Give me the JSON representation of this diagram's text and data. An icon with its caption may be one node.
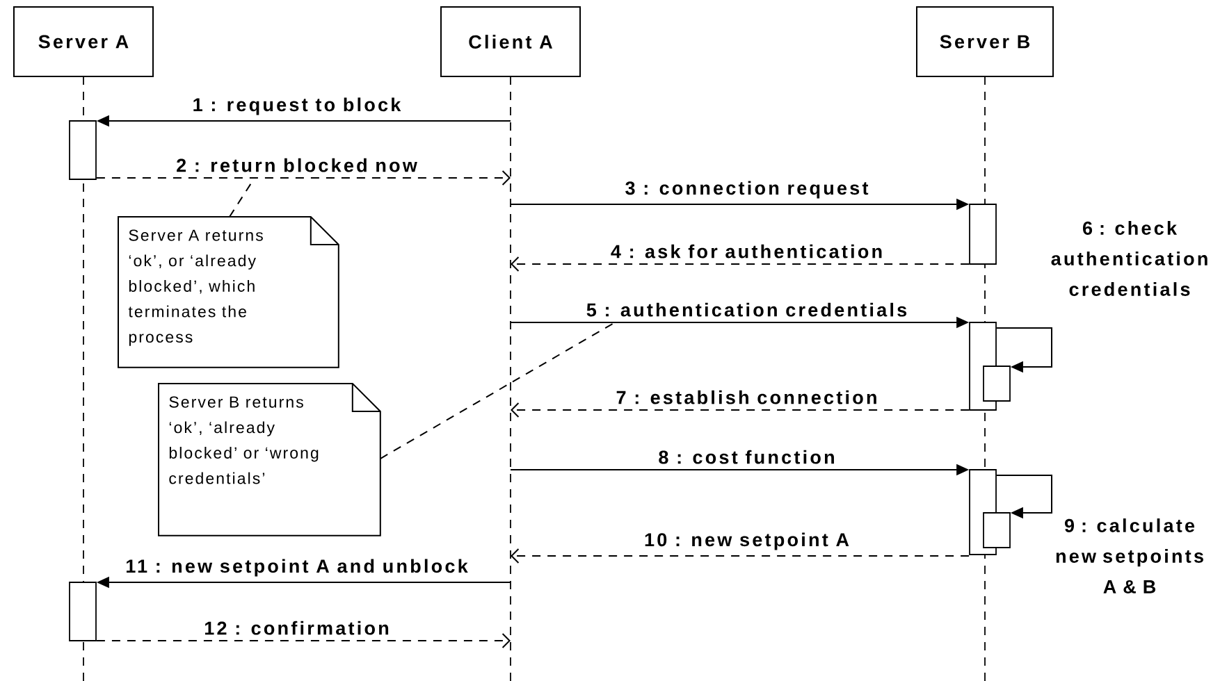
{
  "diagram": {
    "nodes": [
      {
        "text": [
          "Server A"
        ]
      },
      {
        "text": [
          "Client A"
        ]
      },
      {
        "text": [
          "Server B"
        ]
      },
      {
        "text": [],
        "shape": "bar",
        "in": 0
      },
      {
        "text": [],
        "shape": "bar",
        "in": 2
      },
      {
        "text": [],
        "shape": "bar",
        "in": 2
      },
      {
        "text": [],
        "shape": "bar",
        "in": 2
      },
      {
        "text": [],
        "shape": "bar",
        "in": 2
      },
      {
        "text": [],
        "shape": "bar",
        "in": 2
      },
      {
        "text": [],
        "shape": "bar",
        "in": 0
      },
      {
        "text": [
          "Server A returns ‘ok’, or ‘already blocked’, which terminates the process"
        ]
      },
      {
        "text": [
          "Server B returns ‘ok’, ‘already blocked’ or ‘wrong credentials’"
        ]
      }
    ],
    "edges": [
      {
        "from": 1,
        "to": 3,
        "arrow": "to",
        "label": "1 : request to block"
      },
      {
        "from": 3,
        "to": 1,
        "arrow": "to",
        "style": "dashed",
        "label": "2 : return blocked now"
      },
      {
        "from": 1,
        "to": 4,
        "arrow": "to",
        "label": "3 : connection request"
      },
      {
        "from": 4,
        "to": 1,
        "arrow": "to",
        "style": "dashed",
        "label": "4 : ask for authentication"
      },
      {
        "from": 1,
        "to": 5,
        "arrow": "to",
        "label": "5 : authentication credentials"
      },
      {
        "from": 5,
        "to": 6,
        "arrow": "to",
        "label": "6 : check authentication credentials"
      },
      {
        "from": 5,
        "to": 1,
        "arrow": "to",
        "style": "dashed",
        "label": "7 : establish connection"
      },
      {
        "from": 1,
        "to": 7,
        "arrow": "to",
        "label": "8 : cost function"
      },
      {
        "from": 7,
        "to": 8,
        "arrow": "to",
        "label": "9 : calculate new setpoints A & B"
      },
      {
        "from": 7,
        "to": 1,
        "arrow": "to",
        "style": "dashed",
        "label": "10 : new setpoint A"
      },
      {
        "from": 1,
        "to": 9,
        "arrow": "to",
        "label": "11 : new setpoint A and unblock"
      },
      {
        "from": 9,
        "to": 1,
        "arrow": "to",
        "style": "dashed",
        "label": "12 : confirmation"
      },
      {
        "from": 10,
        "to": null,
        "arrow": "none",
        "style": "dashed"
      },
      {
        "from": 11,
        "to": null,
        "arrow": "none",
        "style": "dashed"
      }
    ]
  }
}
